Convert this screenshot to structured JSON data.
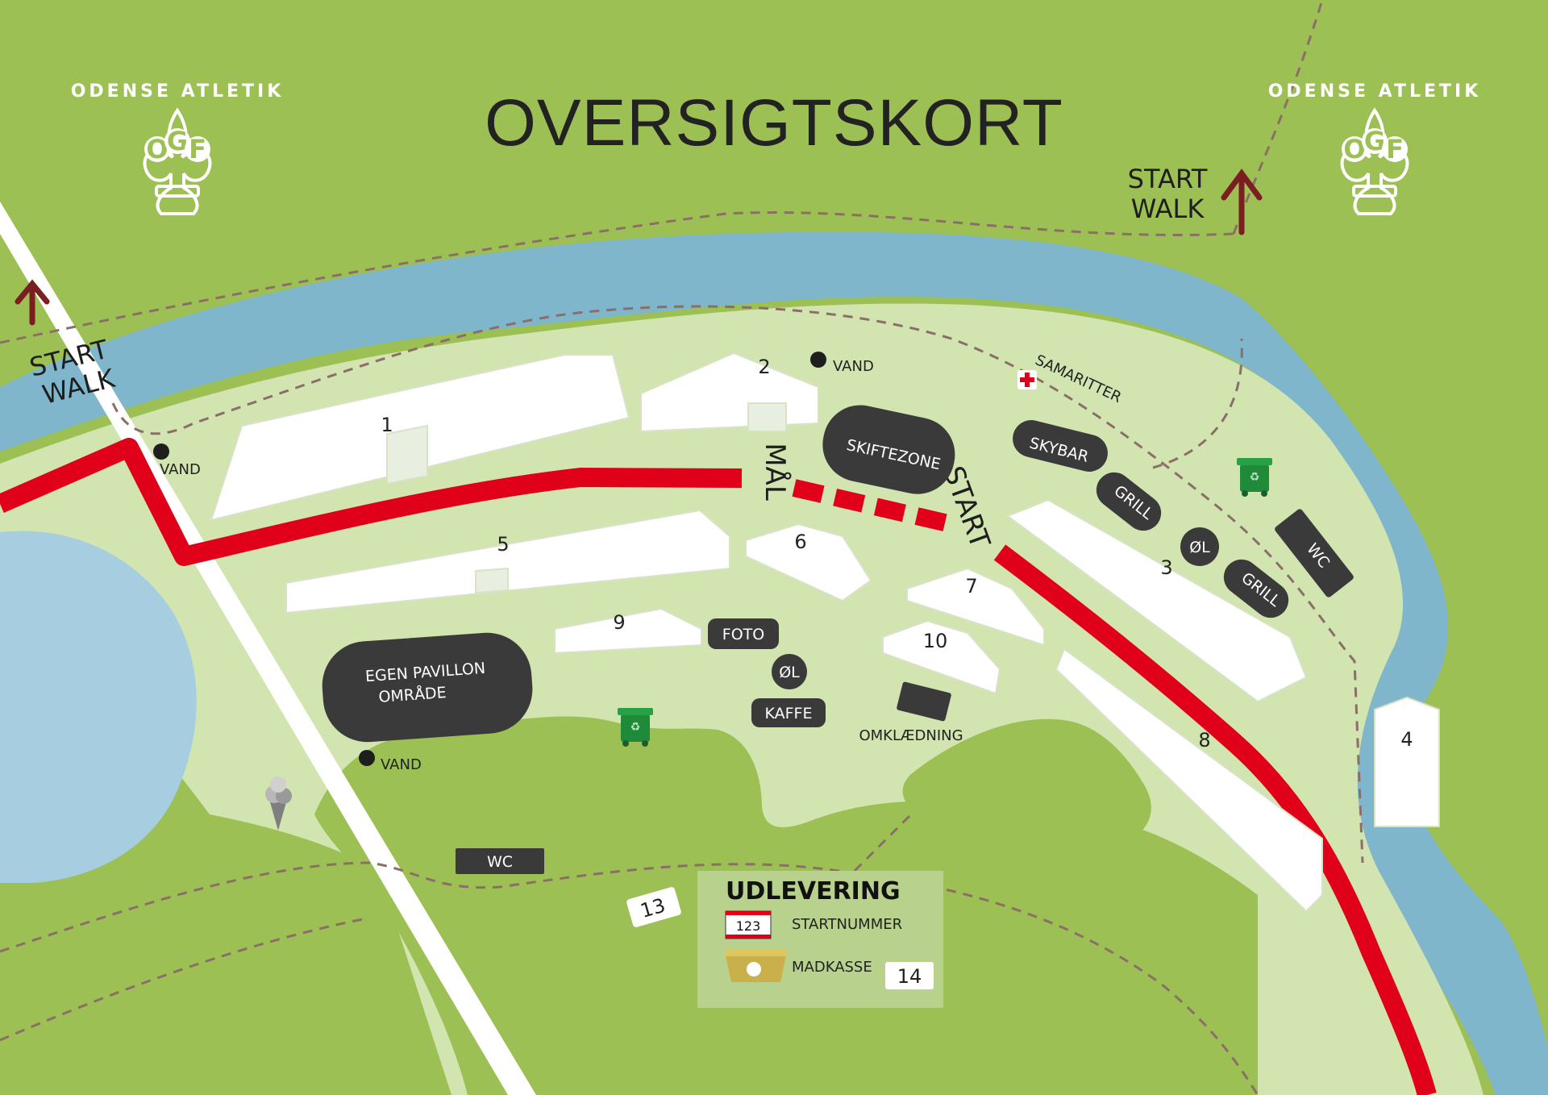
{
  "title": "OVERSIGTSKORT",
  "club": {
    "name": "ODENSE ATLETIK",
    "letters": [
      "O",
      "G",
      "F"
    ]
  },
  "colors": {
    "grass": "#9dc054",
    "field": "#d2e4b0",
    "river": "#7fb6cc",
    "lake": "#a7cde0",
    "course": "#e1001a",
    "pill": "#3a3a3a",
    "walk_arrow": "#7a1e22",
    "path": "#8c6e68"
  },
  "icons": {
    "trash": "trash-bin-icon",
    "first_aid": "first-aid-cross-icon",
    "ice_cream": "ice-cream-icon",
    "water": "water-point-icon",
    "food_box": "food-box-icon",
    "bib": "start-number-bib-icon"
  },
  "walk": {
    "line1": "START",
    "line2": "WALK"
  },
  "course": {
    "finish": "MÅL",
    "start": "START"
  },
  "tents": [
    "1",
    "2",
    "3",
    "4",
    "5",
    "6",
    "7",
    "8",
    "9",
    "10"
  ],
  "pills": {
    "skiftezone": "SKIFTEZONE",
    "skybar": "SKYBAR",
    "grill": "GRILL",
    "ol": "ØL",
    "wc": "WC",
    "foto": "FOTO",
    "kaffe": "KAFFE",
    "pavilion_line1": "EGEN PAVILLON",
    "pavilion_line2": "OMRÅDE"
  },
  "labels": {
    "vand": "VAND",
    "samaritter": "SAMARITTER",
    "omklaedning": "OMKLÆDNING"
  },
  "spots": [
    "13",
    "14"
  ],
  "udlevering": {
    "title": "UDLEVERING",
    "startnummer": "STARTNUMMER",
    "madkasse": "MADKASSE",
    "bib_number": "123"
  }
}
